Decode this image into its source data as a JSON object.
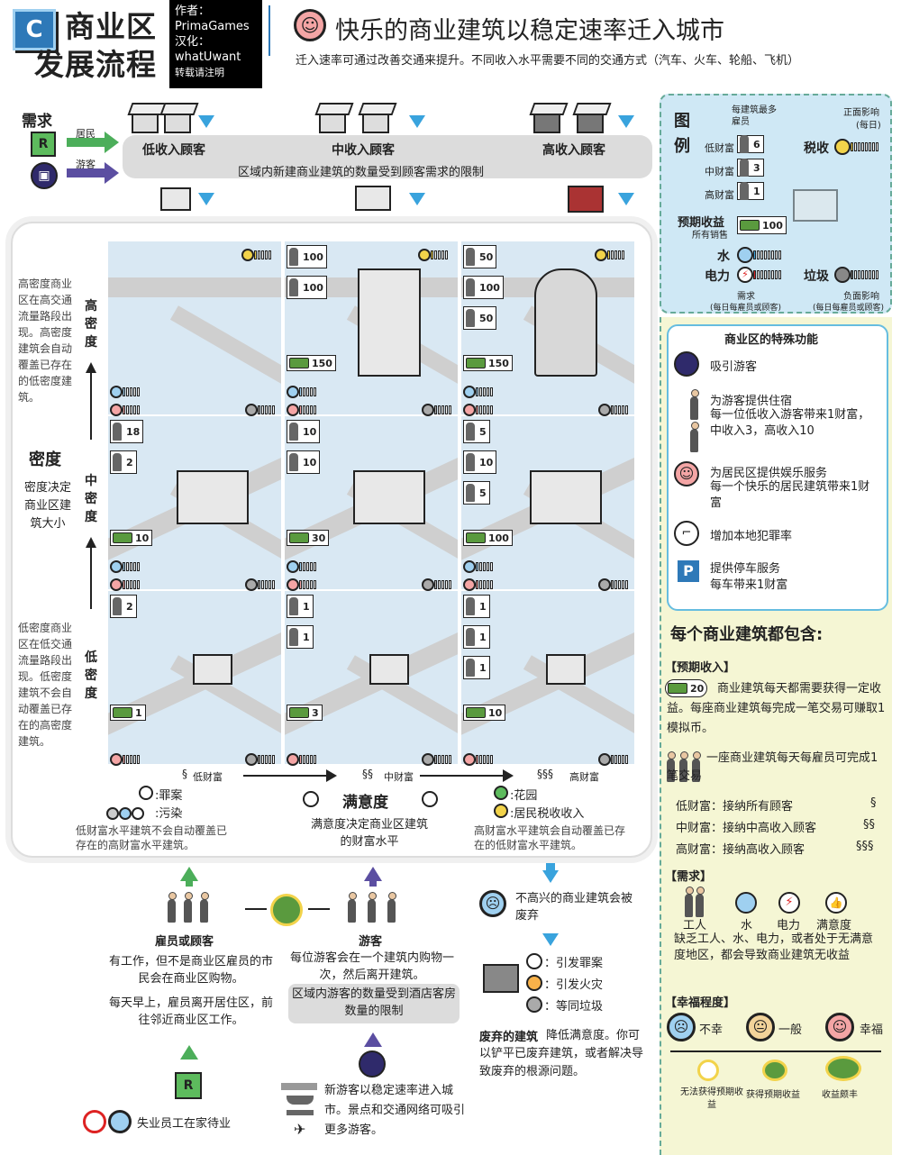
{
  "header": {
    "badge": "C",
    "title_line1": "商业区",
    "title_line2": "发展流程",
    "author_label": "作者：",
    "author": "PrimaGames",
    "translator_label": "汉化：",
    "translator": "whatUwant",
    "repost_note": "转载请注明",
    "headline": "快乐的商业建筑以稳定速率迁入城市",
    "subline": "迁入速率可通过改善交通来提升。不同收入水平需要不同的交通方式（汽车、火车、轮船、飞机）"
  },
  "demand": {
    "title": "需求",
    "resident_label": "居民",
    "tourist_label": "游客",
    "low": "低收入顾客",
    "mid": "中收入顾客",
    "high": "高收入顾客",
    "note": "区域内新建商业建筑的数量受到顾客需求的限制"
  },
  "left_notes": {
    "high_density_desc": "高密度商业区在高交通流量路段出现。高密度建筑会自动覆盖已存在的低密度建筑。",
    "high_label": "高密度",
    "density_title": "密度",
    "density_desc": "密度决定商业区建筑大小",
    "mid_label": "中密度",
    "low_label": "低密度",
    "low_density_desc": "低密度商业区在低交通流量路段出现。低密度建筑不会自动覆盖已存在的高密度建筑。"
  },
  "grid": {
    "high": [
      {
        "workers": [],
        "income": "",
        "extra": ""
      },
      {
        "workers": [
          "100",
          "100"
        ],
        "income": "150",
        "extra": ""
      },
      {
        "workers": [
          "50",
          "100",
          "50"
        ],
        "income": "150",
        "extra": ""
      }
    ],
    "mid": [
      {
        "workers": [
          "18",
          "2"
        ],
        "income": "10"
      },
      {
        "workers": [
          "10",
          "10"
        ],
        "income": "30"
      },
      {
        "workers": [
          "5",
          "10",
          "5"
        ],
        "income": "100"
      }
    ],
    "low": [
      {
        "workers": [
          "2"
        ],
        "income": "1"
      },
      {
        "workers": [
          "1",
          "1"
        ],
        "income": "3"
      },
      {
        "workers": [
          "1",
          "1",
          "1"
        ],
        "income": "10"
      }
    ]
  },
  "wealth_axis": {
    "low": "低财富",
    "mid": "中财富",
    "high": "高财富",
    "low_sym": "§",
    "mid_sym": "§§",
    "high_sym": "§§§"
  },
  "satisfaction": {
    "title": "满意度",
    "desc": "满意度决定商业区建筑的财富水平",
    "crime": ":罪案",
    "pollution": ":污染",
    "park": ":花园",
    "tax": ":居民税收收入",
    "low_note": "低财富水平建筑不会自动覆盖已存在的高财富水平建筑。",
    "high_note": "高财富水平建筑会自动覆盖已存在的低财富水平建筑。"
  },
  "legend": {
    "title_1": "图",
    "title_2": "例",
    "max_workers": "每建筑最多雇员",
    "front_effect": "正面影响",
    "per_day": "(每日)",
    "low_wealth": "低财富",
    "mid_wealth": "中财富",
    "high_wealth": "高财富",
    "n_low": "6",
    "n_mid": "3",
    "n_high": "1",
    "tax": "税收",
    "expected_income": "预期收益",
    "all_sales": "所有销售",
    "income_val": "100",
    "water": "水",
    "power": "电力",
    "garbage": "垃圾",
    "demand": "需求",
    "demand_note": "(每日每雇员或顾客)",
    "neg_effect": "负面影响",
    "neg_note": "(每日每雇员或顾客)"
  },
  "special": {
    "title": "商业区的特殊功能",
    "attract": "吸引游客",
    "lodging": "为游客提供住宿",
    "lodging_desc": "每一位低收入游客带来1财富，中收入3，高收入10",
    "entertain": "为居民区提供娱乐服务",
    "entertain_desc": "每一个快乐的居民建筑带来1财富",
    "crime": "增加本地犯罪率",
    "parking": "提供停车服务",
    "parking_desc": "每车带来1财富"
  },
  "each": {
    "title": "每个商业建筑都包含:",
    "expected_income_hdr": "【预期收入】",
    "income_val": "20",
    "income_desc": "商业建筑每天都需要获得一定收益。每座商业建筑每完成一笔交易可赚取1模拟币。",
    "worker_desc": "一座商业建筑每天每雇员可完成1笔交易",
    "low": "低财富：接纳所有顾客",
    "mid": "中财富：接纳中高收入顾客",
    "high": "高财富：接纳高收入顾客",
    "low_sym": "§",
    "mid_sym": "§§",
    "high_sym": "§§§",
    "demand_hdr": "【需求】",
    "d_worker": "工人",
    "d_water": "水",
    "d_power": "电力",
    "d_sat": "满意度",
    "demand_desc": "缺乏工人、水、电力，或者处于无满意度地区，都会导致商业建筑无收益",
    "happy_hdr": "【幸福程度】",
    "unhappy": "不幸",
    "normal": "一般",
    "happy": "幸福",
    "h1": "无法获得预期收益",
    "h2": "获得预期收益",
    "h3": "收益颇丰"
  },
  "bottom": {
    "employees_title": "雇员或顾客",
    "employees_desc": "有工作，但不是商业区雇员的市民会在商业区购物。",
    "employees_desc2": "每天早上，雇员离开居住区，前往邻近商业区工作。",
    "unemployed": "失业员工在家待业",
    "tourists_title": "游客",
    "tourists_desc": "每位游客会在一个建筑内购物一次，然后离开建筑。",
    "tourists_limit": "区域内游客的数量受到酒店客房数量的限制",
    "new_tourists": "新游客以稳定速率进入城市。景点和交通网络可吸引更多游客。",
    "unhappy_title": "不高兴的商业建筑会被废弃",
    "crime": "：引发罪案",
    "fire": "：引发火灾",
    "garbage": "：等同垃圾",
    "abandoned_title": "废弃的建筑",
    "abandoned_desc": "降低满意度。你可以铲平已废弃建筑，或者解决导致废弃的根源问题。"
  },
  "colors": {
    "blue_arrow": "#39a3dd",
    "green_arrow": "#4cae5a",
    "purple_arrow": "#5b4ea1",
    "legend_bg": "#cfe8f5",
    "right_bg": "#f5f6d4"
  }
}
